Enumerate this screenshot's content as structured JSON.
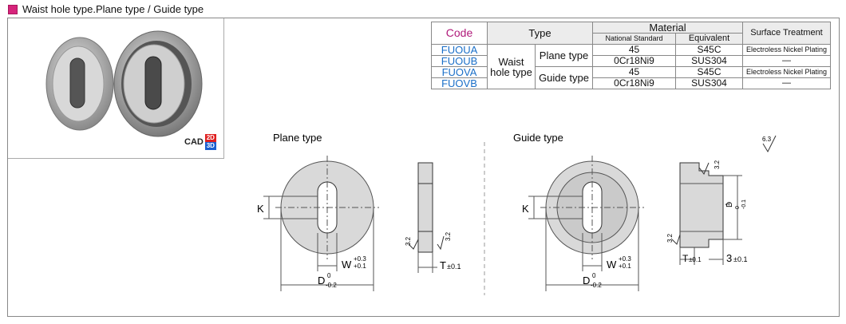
{
  "header": {
    "title": "Waist hole type.Plane type / Guide type"
  },
  "cad": {
    "label": "CAD",
    "two_d": "2D",
    "three_d": "3D"
  },
  "table": {
    "code_header": "Code",
    "type_header": "Type",
    "material_header": "Material",
    "national_standard": "National Standard",
    "equivalent": "Equivalent",
    "surface_treatment": "Surface Treatment",
    "type_group": "Waist hole type",
    "plane_type": "Plane type",
    "guide_type": "Guide type",
    "rows": [
      {
        "code": "FUOUA",
        "national": "45",
        "equiv": "S45C",
        "surface": "Electroless Nickel Plating"
      },
      {
        "code": "FUOUB",
        "national": "0Cr18Ni9",
        "equiv": "SUS304",
        "surface": "—"
      },
      {
        "code": "FUOVA",
        "national": "45",
        "equiv": "S45C",
        "surface": "Electroless Nickel Plating"
      },
      {
        "code": "FUOVB",
        "national": "0Cr18Ni9",
        "equiv": "SUS304",
        "surface": "—"
      }
    ]
  },
  "drawings": {
    "plane_title": "Plane type",
    "guide_title": "Guide type",
    "k": "K",
    "w": "W",
    "w_tol_upper": "+0.3",
    "w_tol_lower": "+0.1",
    "d": "D",
    "d_tol_upper": "0",
    "d_tol_lower": "-0.2",
    "t": "T",
    "t_tol": "±0.1",
    "roughness_32": "3.2",
    "roughness_63": "6.3",
    "d1": "D",
    "d1_sub": "1",
    "d1_tol": "-0.1",
    "d1_tol_upper": "0",
    "three": "3",
    "three_tol": "±0.1"
  },
  "colors": {
    "title_accent": "#d6247b",
    "code_header": "#b01a7a",
    "code_blue": "#1a6fc8"
  }
}
